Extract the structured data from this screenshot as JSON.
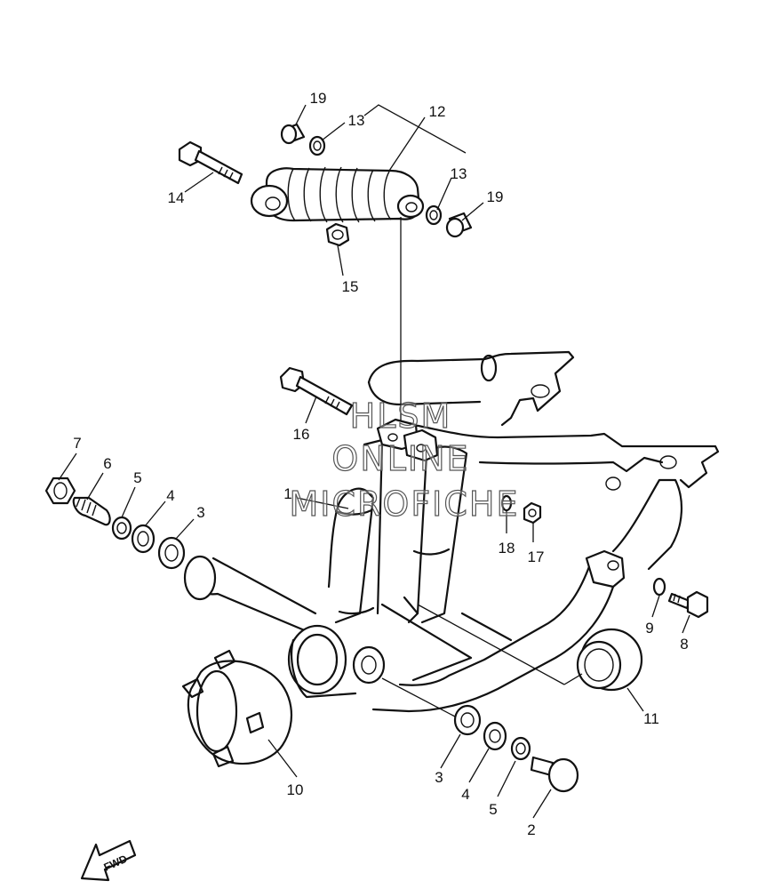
{
  "watermark": {
    "line1": "HLSM",
    "line2": "ONLINE",
    "line3": "MICROFICHE"
  },
  "direction_label": "FWD",
  "callouts": {
    "c1": "1",
    "c2": "2",
    "c3a": "3",
    "c3b": "3",
    "c4a": "4",
    "c4b": "4",
    "c5a": "5",
    "c5b": "5",
    "c6": "6",
    "c7": "7",
    "c8": "8",
    "c9": "9",
    "c10": "10",
    "c11": "11",
    "c12": "12",
    "c13a": "13",
    "c13b": "13",
    "c14": "14",
    "c15": "15",
    "c16": "16",
    "c17": "17",
    "c18": "18",
    "c19a": "19",
    "c19b": "19"
  }
}
